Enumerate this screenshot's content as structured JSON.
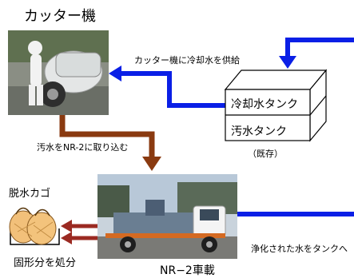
{
  "cutter": {
    "title": "カッター機"
  },
  "flows": {
    "supply_label": "カッター機に冷却水を供給",
    "intake_label": "汚水をNR-2に取り込む",
    "clean_label": "浄化された水をタンクへ"
  },
  "tank": {
    "upper": "冷却水タンク",
    "lower": "汚水タンク",
    "note": "（既存）"
  },
  "basket": {
    "title": "脱水カゴ",
    "dispose": "固形分を処分"
  },
  "truck": {
    "title": "NR−2車載"
  },
  "colors": {
    "blue_pipe": "#0a1fe6",
    "brown_pipe": "#8a3a10",
    "red_arrow": "#9b2a22"
  }
}
